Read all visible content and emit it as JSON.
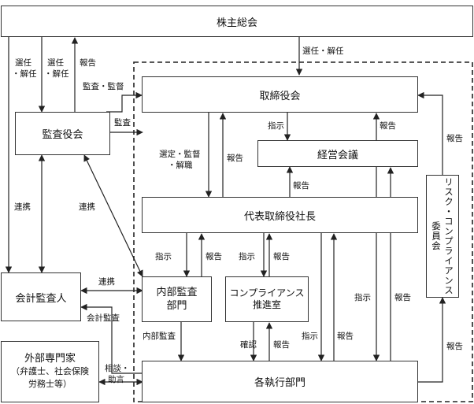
{
  "nodes": {
    "shareholders": "株主総会",
    "board": "取締役会",
    "audit_board": "監査役会",
    "management_meeting": "経営会議",
    "president": "代表取締役社長",
    "accounting_auditor": "会計監査人",
    "internal_audit_l1": "内部監査",
    "internal_audit_l2": "部門",
    "compliance_l1": "コンプライアンス",
    "compliance_l2": "推進室",
    "risk_committee": "リスク・コンプライアンス委員会",
    "external_expert_l1": "外部専門家",
    "external_expert_l2": "（弁護士、社会保険",
    "external_expert_l3": "労務士等）",
    "business_divisions": "各執行部門"
  },
  "labels": {
    "appoint_dismiss_top": "選任・解任",
    "appoint_dismiss_1a": "選任",
    "appoint_dismiss_1b": "・解任",
    "appoint_dismiss_2a": "選任",
    "appoint_dismiss_2b": "・解任",
    "report_to_shareholders": "報告",
    "audit_supervision": "監査・監督",
    "audit": "監査",
    "select_supervise_1": "選定・監督",
    "select_supervise_2": "・解職",
    "report_board": "報告",
    "instruct_mgmt": "指示",
    "report_mgmt": "報告",
    "report_pres_mgmt": "報告",
    "collab_left": "連携",
    "collab_diag": "連携",
    "collab_auditor": "連携",
    "accounting_audit": "会計監査",
    "instruct_ia": "指示",
    "report_ia": "報告",
    "instruct_cp": "指示",
    "report_cp": "報告",
    "instruct_div": "指示",
    "report_div": "報告",
    "instruct_mgmt_div": "指示",
    "report_mgmt_div": "報告",
    "report_risk_board": "報告",
    "report_div_risk": "報告",
    "internal_audit_div": "内部監査",
    "confirm": "確認",
    "report_div_cp": "報告",
    "consult_1": "相談・",
    "consult_2": "助言"
  }
}
